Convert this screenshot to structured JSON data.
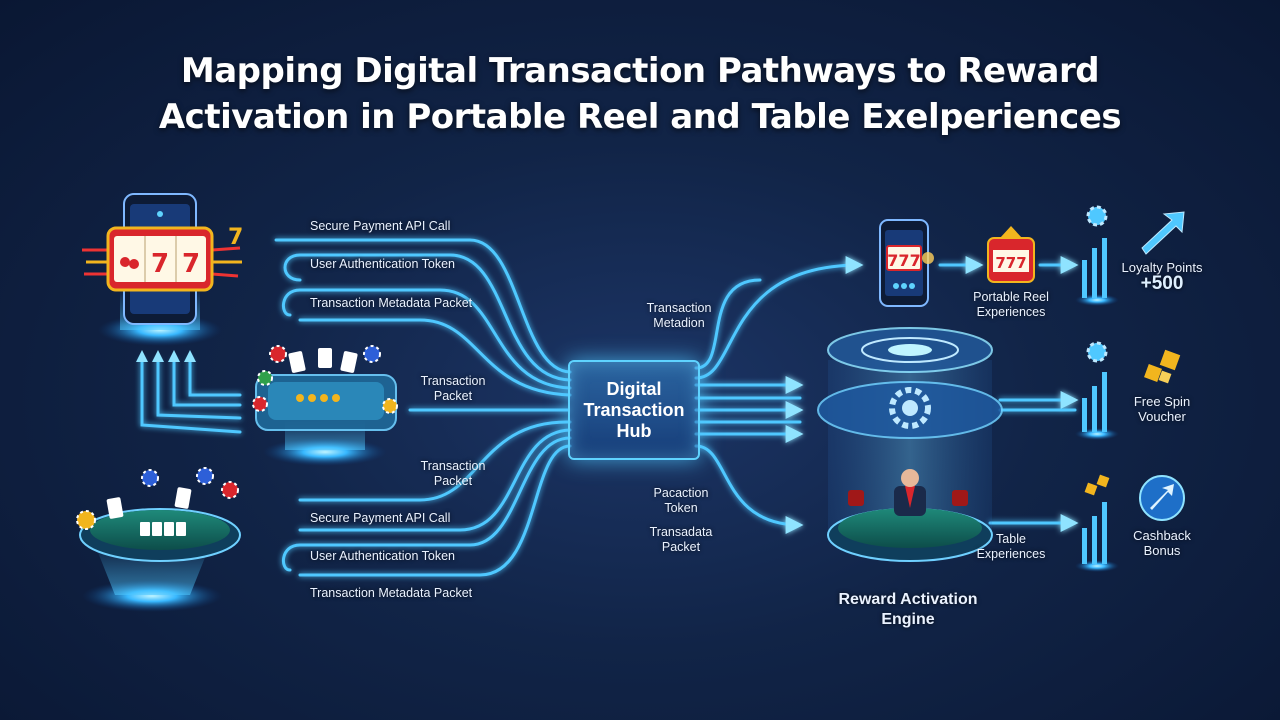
{
  "title": {
    "line1": "Mapping Digital Transaction Pathways to Reward",
    "line2": "Activation in Portable Reel and Table Exelperiences"
  },
  "hub": {
    "label": "Digital Transaction Hub"
  },
  "top_pathways": [
    "Secure Payment API Call",
    "User Authentication Token",
    "Transaction Metadata Packet"
  ],
  "bottom_pathways": [
    "Secure Payment API Call",
    "User Authentication Token",
    "Transaction Metadata Packet"
  ],
  "packet_labels": {
    "upper": "Transaction Packet",
    "lower": "Transaction Packet"
  },
  "right_flow_labels": {
    "metadata": "Transaction Metadion",
    "token": "Pacaction Token",
    "packet": "Transadata Packet"
  },
  "experiences": {
    "portable_reel": "Portable Reel Experiences",
    "table": "Table Experiences"
  },
  "engine": {
    "label": "Reward Activation Engine"
  },
  "rewards": [
    {
      "label": "Loyalty Points",
      "value": "+500"
    },
    {
      "label": "Free Spin Voucher"
    },
    {
      "label": "Cashback Bonus"
    }
  ],
  "colors": {
    "background": "#112447",
    "flow_line": "#5fd3ff",
    "accent_gold": "#f2b51e",
    "accent_red": "#d9262c"
  },
  "icons": [
    "smartphone-slot-icon",
    "slot-reels-icon",
    "poker-table-icon",
    "blackjack-table-icon",
    "poker-chip-icon",
    "playing-card-icon",
    "gear-icon",
    "bar-chart-icon",
    "arrow-up-right-icon",
    "gold-cubes-icon",
    "dealer-icon"
  ]
}
